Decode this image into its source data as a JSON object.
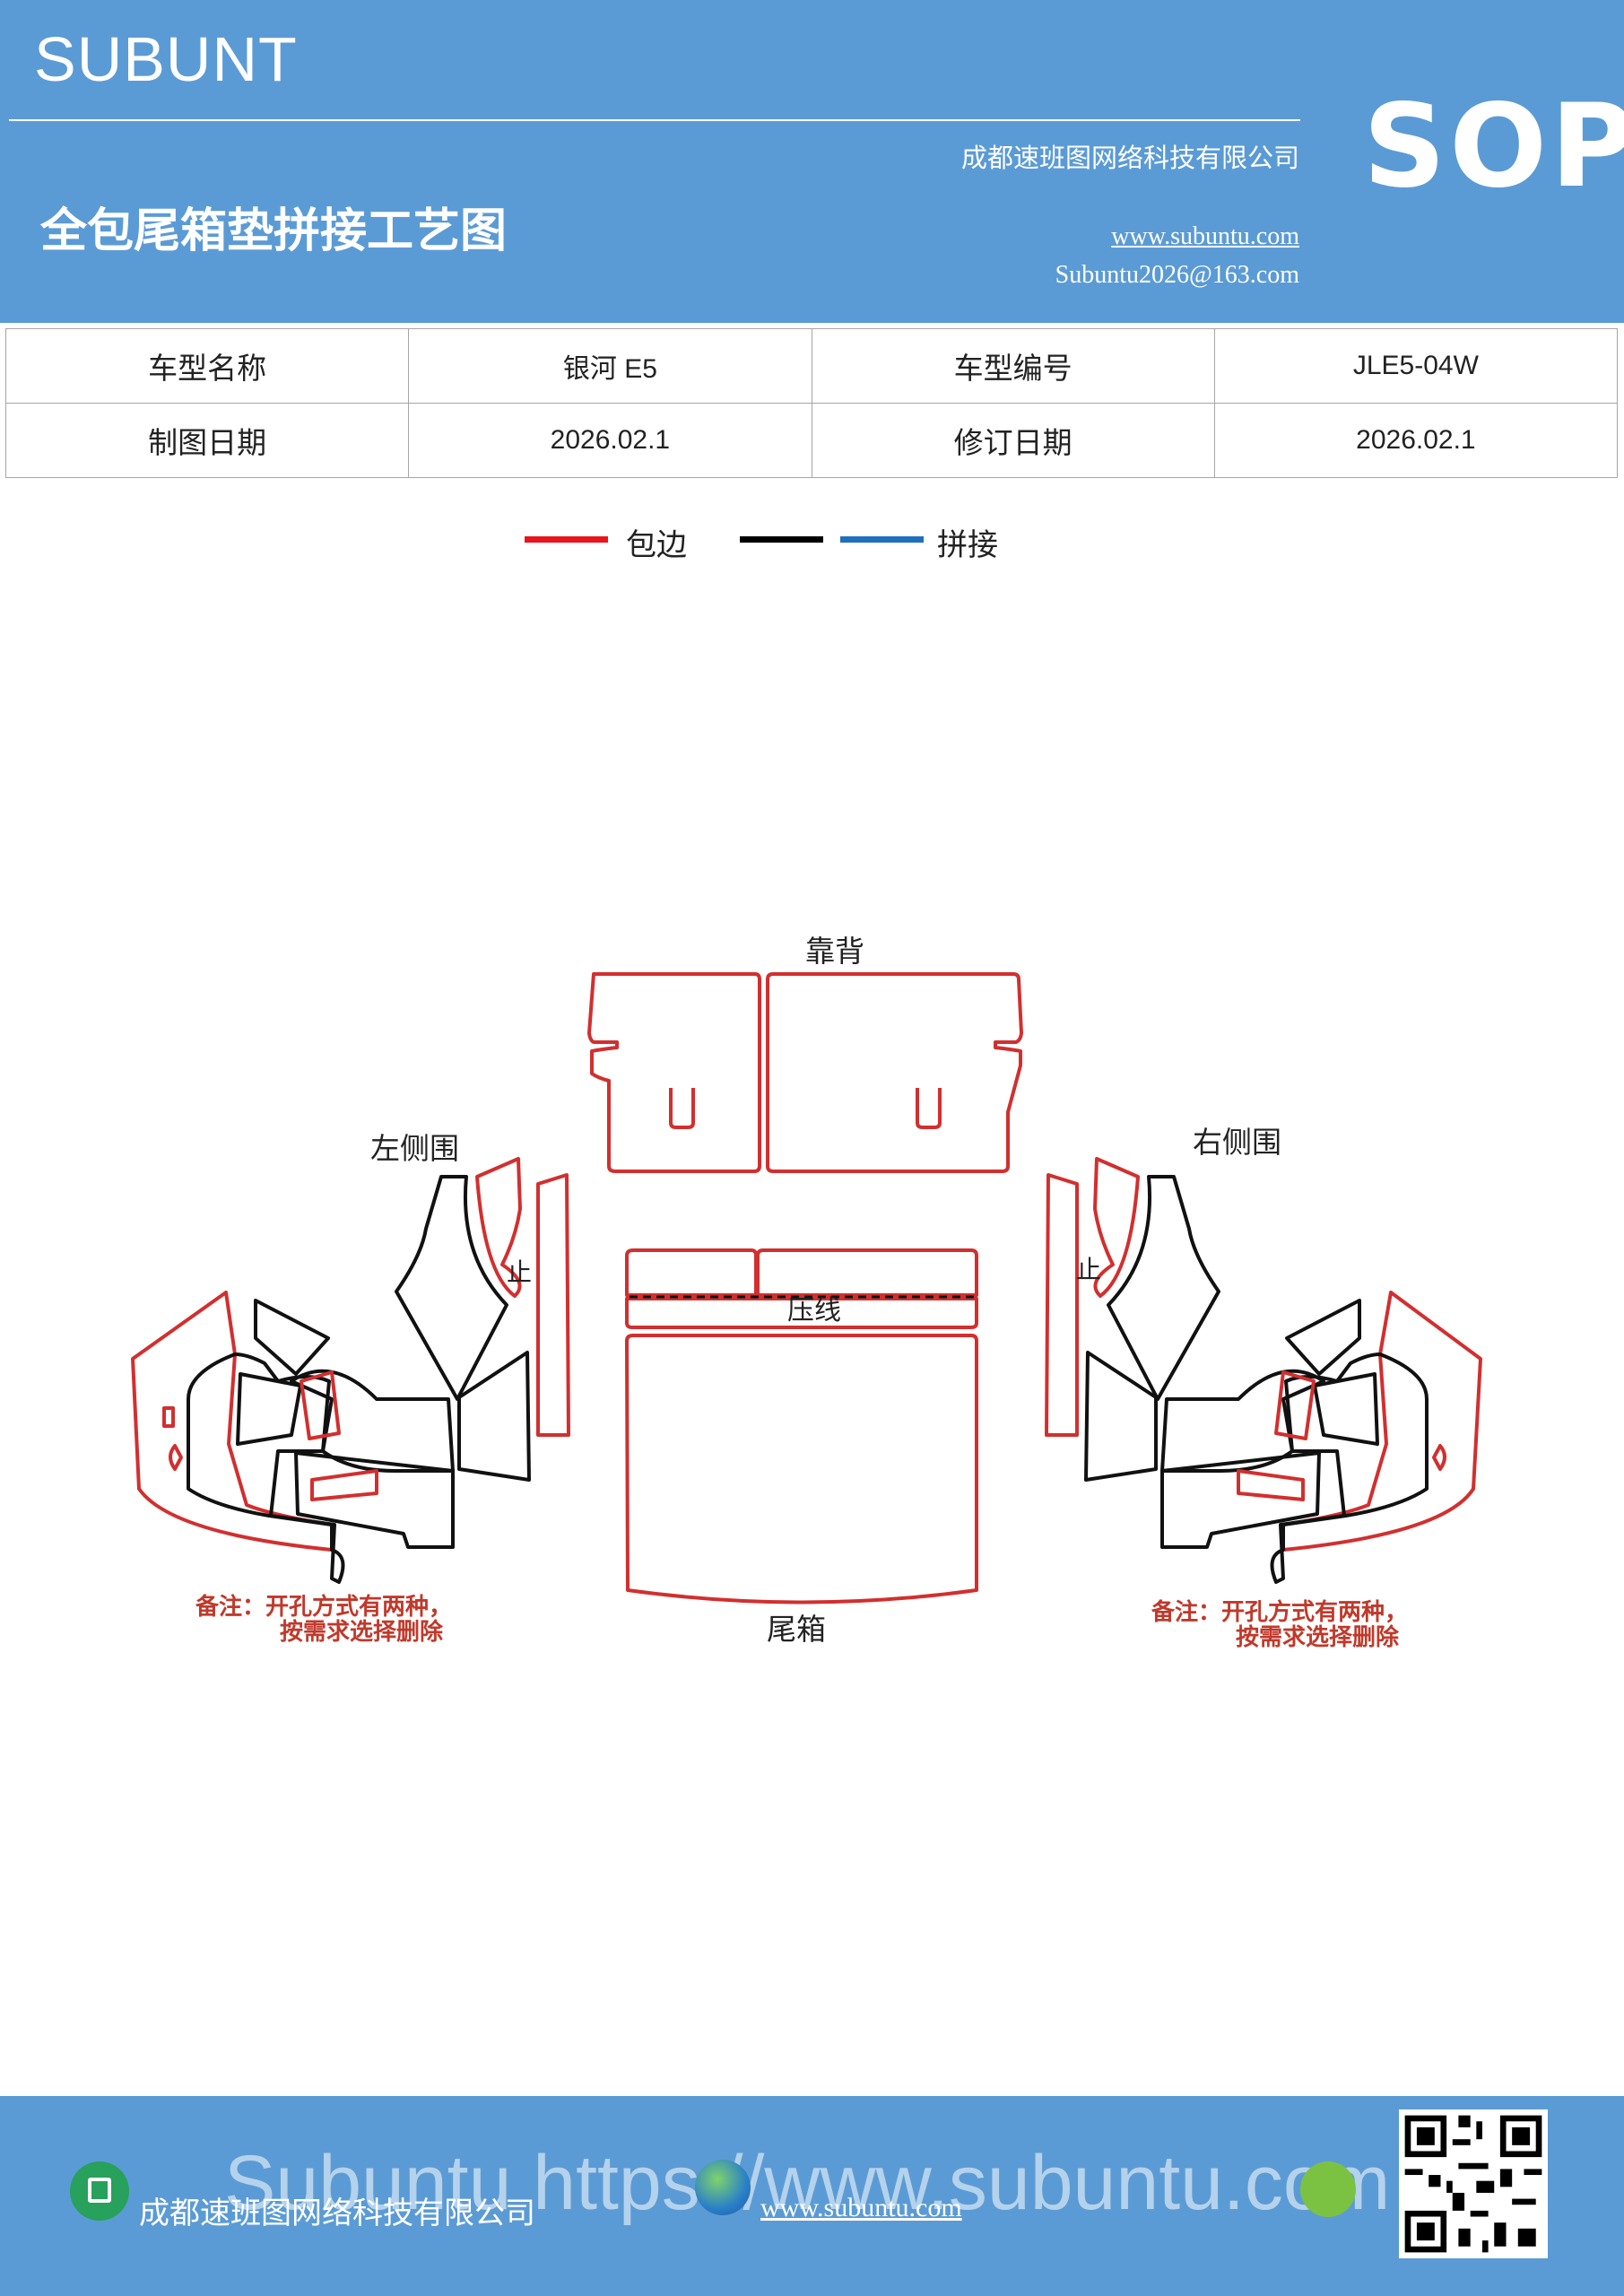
{
  "header": {
    "brand": "SUBUNT",
    "title": "全包尾箱垫拼接工艺图",
    "company": "成都速班图网络科技有限公司",
    "website": "www.subuntu.com",
    "email": "Subuntu2026@163.com",
    "badge": "SOP"
  },
  "info_table": {
    "rows": [
      [
        "车型名称",
        "银河 E5",
        "车型编号",
        "JLE5-04W"
      ],
      [
        "制图日期",
        "2026.02.1",
        "修订日期",
        "2026.02.1"
      ]
    ]
  },
  "legend": [
    {
      "label": "包边",
      "color": "#e8141b"
    },
    {
      "label": "",
      "color": "#000000"
    },
    {
      "label": "拼接",
      "color": "#1f6fc0"
    }
  ],
  "drawing": {
    "labels": {
      "backrest": "靠背",
      "left_side": "左侧围",
      "right_side": "右侧围",
      "press_line": "压线",
      "trunk": "尾箱",
      "stop_left": "止",
      "stop_right": "止"
    },
    "notes": {
      "line1": "备注：开孔方式有两种，",
      "line2": "按需求选择删除"
    },
    "colors": {
      "edge": "#d22f2f",
      "seam": "#111111"
    }
  },
  "footer": {
    "company": "成都速班图网络科技有限公司",
    "website": "www.subuntu.com",
    "watermark": "Subuntu https://www.subuntu.com"
  }
}
